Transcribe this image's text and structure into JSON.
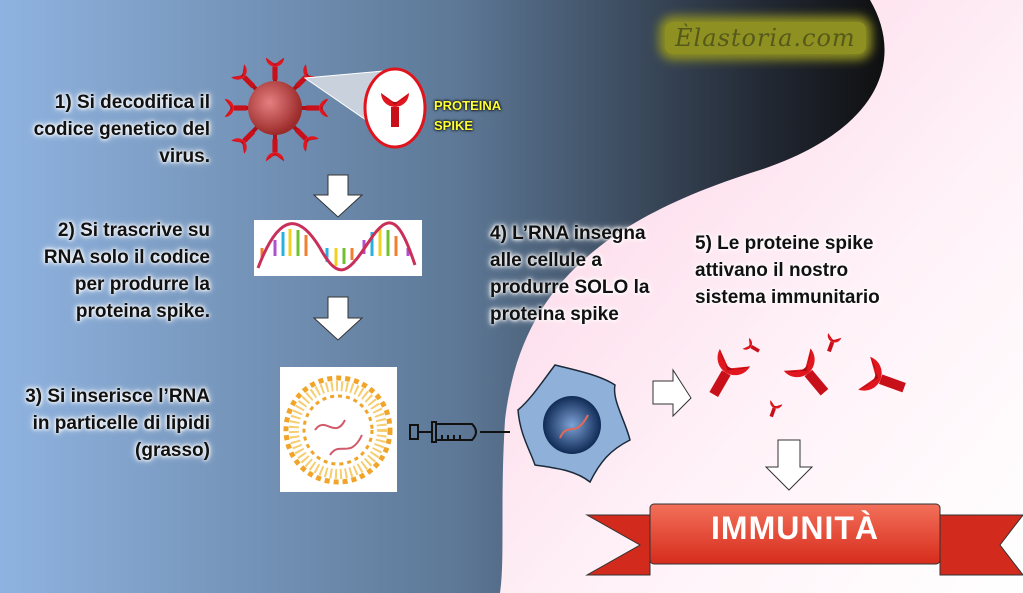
{
  "watermark": "Èlastoria.com",
  "spike_label": [
    "PROTEINA",
    "SPIKE"
  ],
  "steps": [
    {
      "lines": [
        "1) Si decodifica il",
        "codice genetico del",
        "virus."
      ]
    },
    {
      "lines": [
        "2) Si trascrive su",
        "RNA solo il codice",
        "per produrre la",
        "proteina spike."
      ]
    },
    {
      "lines": [
        "3) Si inserisce l’RNA",
        "in particelle di lipidi",
        "(grasso)"
      ]
    },
    {
      "lines": [
        "4) L’RNA insegna",
        "alle cellule a",
        "produrre SOLO la",
        "proteina spike"
      ]
    },
    {
      "lines": [
        "5) Le proteine spike",
        "attivano il nostro",
        "sistema immunitario"
      ]
    }
  ],
  "result_banner": "IMMUNITÀ",
  "colors": {
    "spike_red": "#d8141a",
    "banner_red": "#e8402c",
    "lipid_orange": "#f0a52a",
    "cell_blue": "#8fb0d8"
  }
}
